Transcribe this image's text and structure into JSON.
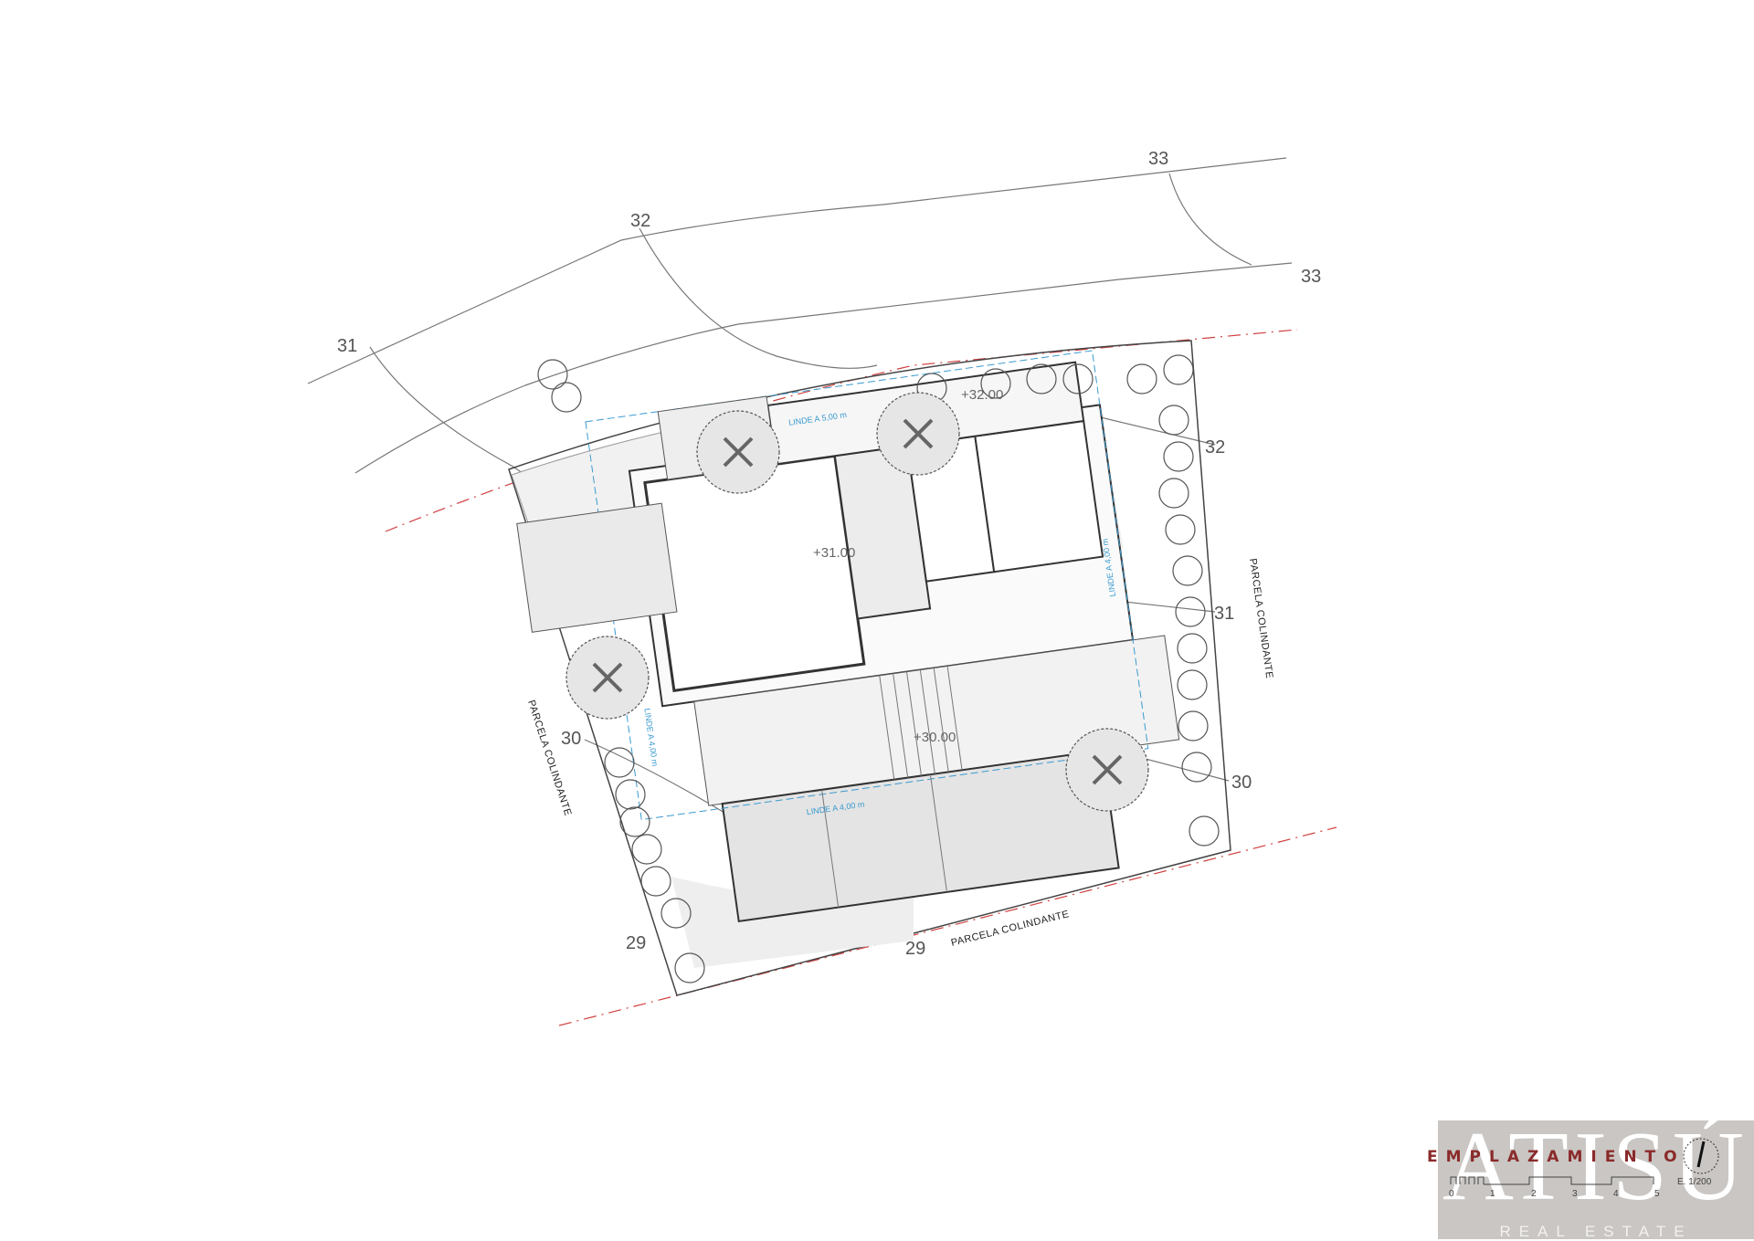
{
  "plan": {
    "contour_labels": {
      "c33_top": "33",
      "c33_right": "33",
      "c32_top": "32",
      "c32_right": "32",
      "c31_left": "31",
      "c31_right": "31",
      "c30_left": "30",
      "c30_right": "30",
      "c29_left": "29",
      "c29_bottom": "29"
    },
    "spot_levels": {
      "upper": "+32.00",
      "house": "+31.00",
      "lower": "+30.00"
    },
    "neighbour_labels": {
      "right": "PARCELA COLINDANTE",
      "left": "PARCELA COLINDANTE",
      "bottom": "PARCELA COLINDANTE"
    },
    "setbacks": {
      "top": "LINDE A 5,00 m",
      "right": "LINDE A 4,00 m",
      "left": "LINDE A 4,00 m",
      "bottom": "LINDE A 4,00 m"
    },
    "colors": {
      "linework": "#333333",
      "setback": "#3a9ad0",
      "boundary_dash": "#d04040",
      "title_red": "#8a2a2a",
      "logo_bg": "#c9c6c3"
    }
  },
  "title_block": {
    "title": "EMPLAZAMIENTO",
    "scale": "E. 1/200",
    "scale_ticks": [
      "0",
      "1",
      "2",
      "3",
      "4",
      "5"
    ],
    "north_icon": "north-arrow-icon"
  },
  "logo": {
    "brand": "ATISÚ",
    "tagline": "REAL ESTATE"
  }
}
